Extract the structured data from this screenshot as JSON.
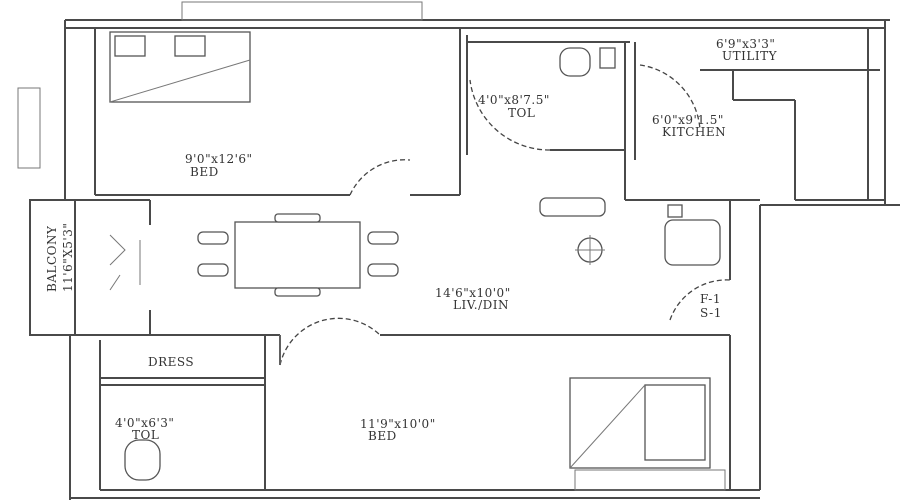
{
  "rooms": {
    "bed1": {
      "size": "9'0\"x12'6\"",
      "name": "BED"
    },
    "toilet1": {
      "size": "4'0\"x8'7.5\"",
      "name": "TOL"
    },
    "utility": {
      "size": "6'9\"x3'3\"",
      "name": "UTILITY"
    },
    "kitchen": {
      "size": "6'0\"x9'1.5\"",
      "name": "KITCHEN"
    },
    "balcony": {
      "name": "BALCONY",
      "size": "11'6\"X5'3\""
    },
    "living": {
      "size": "14'6\"x10'0\"",
      "name": "LIV./DIN"
    },
    "dress": {
      "name": "DRESS"
    },
    "toilet2": {
      "size": "4'0\"x6'3\"",
      "name": "TOL"
    },
    "bed2": {
      "size": "11'9\"x10'0\"",
      "name": "BED"
    }
  },
  "unit": {
    "floor": "F-1",
    "number": "S-1"
  },
  "colors": {
    "wall": "#4a4a4a",
    "text": "#333333"
  }
}
